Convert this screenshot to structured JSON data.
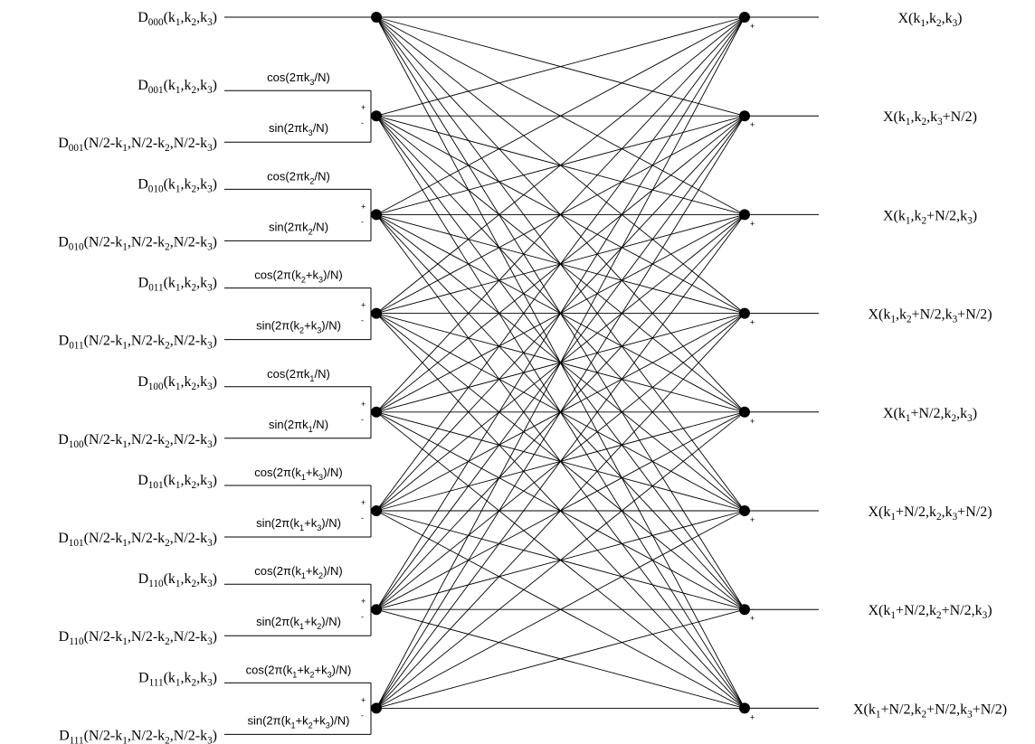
{
  "inputs": [
    {
      "id": "000",
      "top": [
        [
          "t",
          "D"
        ],
        [
          "s",
          "000"
        ],
        [
          "t",
          "(k"
        ],
        [
          "s",
          "1"
        ],
        [
          "t",
          ",k"
        ],
        [
          "s",
          "2"
        ],
        [
          "t",
          ",k"
        ],
        [
          "s",
          "3"
        ],
        [
          "t",
          ")"
        ]
      ],
      "bottom": null,
      "w_top": null,
      "w_bottom": null
    },
    {
      "id": "001",
      "top": [
        [
          "t",
          "D"
        ],
        [
          "s",
          "001"
        ],
        [
          "t",
          "(k"
        ],
        [
          "s",
          "1"
        ],
        [
          "t",
          ",k"
        ],
        [
          "s",
          "2"
        ],
        [
          "t",
          ",k"
        ],
        [
          "s",
          "3"
        ],
        [
          "t",
          ")"
        ]
      ],
      "bottom": [
        [
          "t",
          "D"
        ],
        [
          "s",
          "001"
        ],
        [
          "t",
          "(N/2-k"
        ],
        [
          "s",
          "1"
        ],
        [
          "t",
          ",N/2-k"
        ],
        [
          "s",
          "2"
        ],
        [
          "t",
          ",N/2-k"
        ],
        [
          "s",
          "3"
        ],
        [
          "t",
          ")"
        ]
      ],
      "w_top": [
        [
          "t",
          "cos(2πk"
        ],
        [
          "s",
          "3"
        ],
        [
          "t",
          "/N)"
        ]
      ],
      "w_bottom": [
        [
          "t",
          "sin(2πk"
        ],
        [
          "s",
          "3"
        ],
        [
          "t",
          "/N)"
        ]
      ]
    },
    {
      "id": "010",
      "top": [
        [
          "t",
          "D"
        ],
        [
          "s",
          "010"
        ],
        [
          "t",
          "(k"
        ],
        [
          "s",
          "1"
        ],
        [
          "t",
          ",k"
        ],
        [
          "s",
          "2"
        ],
        [
          "t",
          ",k"
        ],
        [
          "s",
          "3"
        ],
        [
          "t",
          ")"
        ]
      ],
      "bottom": [
        [
          "t",
          "D"
        ],
        [
          "s",
          "010"
        ],
        [
          "t",
          "(N/2-k"
        ],
        [
          "s",
          "1"
        ],
        [
          "t",
          ",N/2-k"
        ],
        [
          "s",
          "2"
        ],
        [
          "t",
          ",N/2-k"
        ],
        [
          "s",
          "3"
        ],
        [
          "t",
          ")"
        ]
      ],
      "w_top": [
        [
          "t",
          "cos(2πk"
        ],
        [
          "s",
          "2"
        ],
        [
          "t",
          "/N)"
        ]
      ],
      "w_bottom": [
        [
          "t",
          "sin(2πk"
        ],
        [
          "s",
          "2"
        ],
        [
          "t",
          "/N)"
        ]
      ]
    },
    {
      "id": "011",
      "top": [
        [
          "t",
          "D"
        ],
        [
          "s",
          "011"
        ],
        [
          "t",
          "(k"
        ],
        [
          "s",
          "1"
        ],
        [
          "t",
          ",k"
        ],
        [
          "s",
          "2"
        ],
        [
          "t",
          ",k"
        ],
        [
          "s",
          "3"
        ],
        [
          "t",
          ")"
        ]
      ],
      "bottom": [
        [
          "t",
          "D"
        ],
        [
          "s",
          "011"
        ],
        [
          "t",
          "(N/2-k"
        ],
        [
          "s",
          "1"
        ],
        [
          "t",
          ",N/2-k"
        ],
        [
          "s",
          "2"
        ],
        [
          "t",
          ",N/2-k"
        ],
        [
          "s",
          "3"
        ],
        [
          "t",
          ")"
        ]
      ],
      "w_top": [
        [
          "t",
          "cos(2π(k"
        ],
        [
          "s",
          "2"
        ],
        [
          "t",
          "+k"
        ],
        [
          "s",
          "3"
        ],
        [
          "t",
          ")/N)"
        ]
      ],
      "w_bottom": [
        [
          "t",
          "sin(2π(k"
        ],
        [
          "s",
          "2"
        ],
        [
          "t",
          "+k"
        ],
        [
          "s",
          "3"
        ],
        [
          "t",
          ")/N)"
        ]
      ]
    },
    {
      "id": "100",
      "top": [
        [
          "t",
          "D"
        ],
        [
          "s",
          "100"
        ],
        [
          "t",
          "(k"
        ],
        [
          "s",
          "1"
        ],
        [
          "t",
          ",k"
        ],
        [
          "s",
          "2"
        ],
        [
          "t",
          ",k"
        ],
        [
          "s",
          "3"
        ],
        [
          "t",
          ")"
        ]
      ],
      "bottom": [
        [
          "t",
          "D"
        ],
        [
          "s",
          "100"
        ],
        [
          "t",
          "(N/2-k"
        ],
        [
          "s",
          "1"
        ],
        [
          "t",
          ",N/2-k"
        ],
        [
          "s",
          "2"
        ],
        [
          "t",
          ",N/2-k"
        ],
        [
          "s",
          "3"
        ],
        [
          "t",
          ")"
        ]
      ],
      "w_top": [
        [
          "t",
          "cos(2πk"
        ],
        [
          "s",
          "1"
        ],
        [
          "t",
          "/N)"
        ]
      ],
      "w_bottom": [
        [
          "t",
          "sin(2πk"
        ],
        [
          "s",
          "1"
        ],
        [
          "t",
          "/N)"
        ]
      ]
    },
    {
      "id": "101",
      "top": [
        [
          "t",
          "D"
        ],
        [
          "s",
          "101"
        ],
        [
          "t",
          "(k"
        ],
        [
          "s",
          "1"
        ],
        [
          "t",
          ",k"
        ],
        [
          "s",
          "2"
        ],
        [
          "t",
          ",k"
        ],
        [
          "s",
          "3"
        ],
        [
          "t",
          ")"
        ]
      ],
      "bottom": [
        [
          "t",
          "D"
        ],
        [
          "s",
          "101"
        ],
        [
          "t",
          "(N/2-k"
        ],
        [
          "s",
          "1"
        ],
        [
          "t",
          ",N/2-k"
        ],
        [
          "s",
          "2"
        ],
        [
          "t",
          ",N/2-k"
        ],
        [
          "s",
          "3"
        ],
        [
          "t",
          ")"
        ]
      ],
      "w_top": [
        [
          "t",
          "cos(2π(k"
        ],
        [
          "s",
          "1"
        ],
        [
          "t",
          "+k"
        ],
        [
          "s",
          "3"
        ],
        [
          "t",
          ")/N)"
        ]
      ],
      "w_bottom": [
        [
          "t",
          "sin(2π(k"
        ],
        [
          "s",
          "1"
        ],
        [
          "t",
          "+k"
        ],
        [
          "s",
          "3"
        ],
        [
          "t",
          ")/N)"
        ]
      ]
    },
    {
      "id": "110",
      "top": [
        [
          "t",
          "D"
        ],
        [
          "s",
          "110"
        ],
        [
          "t",
          "(k"
        ],
        [
          "s",
          "1"
        ],
        [
          "t",
          ",k"
        ],
        [
          "s",
          "2"
        ],
        [
          "t",
          ",k"
        ],
        [
          "s",
          "3"
        ],
        [
          "t",
          ")"
        ]
      ],
      "bottom": [
        [
          "t",
          "D"
        ],
        [
          "s",
          "110"
        ],
        [
          "t",
          "(N/2-k"
        ],
        [
          "s",
          "1"
        ],
        [
          "t",
          ",N/2-k"
        ],
        [
          "s",
          "2"
        ],
        [
          "t",
          ",N/2-k"
        ],
        [
          "s",
          "3"
        ],
        [
          "t",
          ")"
        ]
      ],
      "w_top": [
        [
          "t",
          "cos(2π(k"
        ],
        [
          "s",
          "1"
        ],
        [
          "t",
          "+k"
        ],
        [
          "s",
          "2"
        ],
        [
          "t",
          ")/N)"
        ]
      ],
      "w_bottom": [
        [
          "t",
          "sin(2π(k"
        ],
        [
          "s",
          "1"
        ],
        [
          "t",
          "+k"
        ],
        [
          "s",
          "2"
        ],
        [
          "t",
          ")/N)"
        ]
      ]
    },
    {
      "id": "111",
      "top": [
        [
          "t",
          "D"
        ],
        [
          "s",
          "111"
        ],
        [
          "t",
          "(k"
        ],
        [
          "s",
          "1"
        ],
        [
          "t",
          ",k"
        ],
        [
          "s",
          "2"
        ],
        [
          "t",
          ",k"
        ],
        [
          "s",
          "3"
        ],
        [
          "t",
          ")"
        ]
      ],
      "bottom": [
        [
          "t",
          "D"
        ],
        [
          "s",
          "111"
        ],
        [
          "t",
          "(N/2-k"
        ],
        [
          "s",
          "1"
        ],
        [
          "t",
          ",N/2-k"
        ],
        [
          "s",
          "2"
        ],
        [
          "t",
          ",N/2-k"
        ],
        [
          "s",
          "3"
        ],
        [
          "t",
          ")"
        ]
      ],
      "w_top": [
        [
          "t",
          "cos(2π(k"
        ],
        [
          "s",
          "1"
        ],
        [
          "t",
          "+k"
        ],
        [
          "s",
          "2"
        ],
        [
          "t",
          "+k"
        ],
        [
          "s",
          "3"
        ],
        [
          "t",
          ")/N)"
        ]
      ],
      "w_bottom": [
        [
          "t",
          "sin(2π(k"
        ],
        [
          "s",
          "1"
        ],
        [
          "t",
          "+k"
        ],
        [
          "s",
          "2"
        ],
        [
          "t",
          "+k"
        ],
        [
          "s",
          "3"
        ],
        [
          "t",
          ")/N)"
        ]
      ]
    }
  ],
  "outputs": [
    [
      [
        "t",
        "X(k"
      ],
      [
        "s",
        "1"
      ],
      [
        "t",
        ",k"
      ],
      [
        "s",
        "2"
      ],
      [
        "t",
        ",k"
      ],
      [
        "s",
        "3"
      ],
      [
        "t",
        ")"
      ]
    ],
    [
      [
        "t",
        "X(k"
      ],
      [
        "s",
        "1"
      ],
      [
        "t",
        ",k"
      ],
      [
        "s",
        "2"
      ],
      [
        "t",
        ",k"
      ],
      [
        "s",
        "3"
      ],
      [
        "t",
        "+N/2)"
      ]
    ],
    [
      [
        "t",
        "X(k"
      ],
      [
        "s",
        "1"
      ],
      [
        "t",
        ",k"
      ],
      [
        "s",
        "2"
      ],
      [
        "t",
        "+N/2,k"
      ],
      [
        "s",
        "3"
      ],
      [
        "t",
        ")"
      ]
    ],
    [
      [
        "t",
        "X(k"
      ],
      [
        "s",
        "1"
      ],
      [
        "t",
        ",k"
      ],
      [
        "s",
        "2"
      ],
      [
        "t",
        "+N/2,k"
      ],
      [
        "s",
        "3"
      ],
      [
        "t",
        "+N/2)"
      ]
    ],
    [
      [
        "t",
        "X(k"
      ],
      [
        "s",
        "1"
      ],
      [
        "t",
        "+N/2,k"
      ],
      [
        "s",
        "2"
      ],
      [
        "t",
        ",k"
      ],
      [
        "s",
        "3"
      ],
      [
        "t",
        ")"
      ]
    ],
    [
      [
        "t",
        "X(k"
      ],
      [
        "s",
        "1"
      ],
      [
        "t",
        "+N/2,k"
      ],
      [
        "s",
        "2"
      ],
      [
        "t",
        ",k"
      ],
      [
        "s",
        "3"
      ],
      [
        "t",
        "+N/2)"
      ]
    ],
    [
      [
        "t",
        "X(k"
      ],
      [
        "s",
        "1"
      ],
      [
        "t",
        "+N/2,k"
      ],
      [
        "s",
        "2"
      ],
      [
        "t",
        "+N/2,k"
      ],
      [
        "s",
        "3"
      ],
      [
        "t",
        ")"
      ]
    ],
    [
      [
        "t",
        "X(k"
      ],
      [
        "s",
        "1"
      ],
      [
        "t",
        "+N/2,k"
      ],
      [
        "s",
        "2"
      ],
      [
        "t",
        "+N/2,k"
      ],
      [
        "s",
        "3"
      ],
      [
        "t",
        "+N/2)"
      ]
    ]
  ],
  "signs": {
    "plus": "+",
    "minus": "-"
  }
}
